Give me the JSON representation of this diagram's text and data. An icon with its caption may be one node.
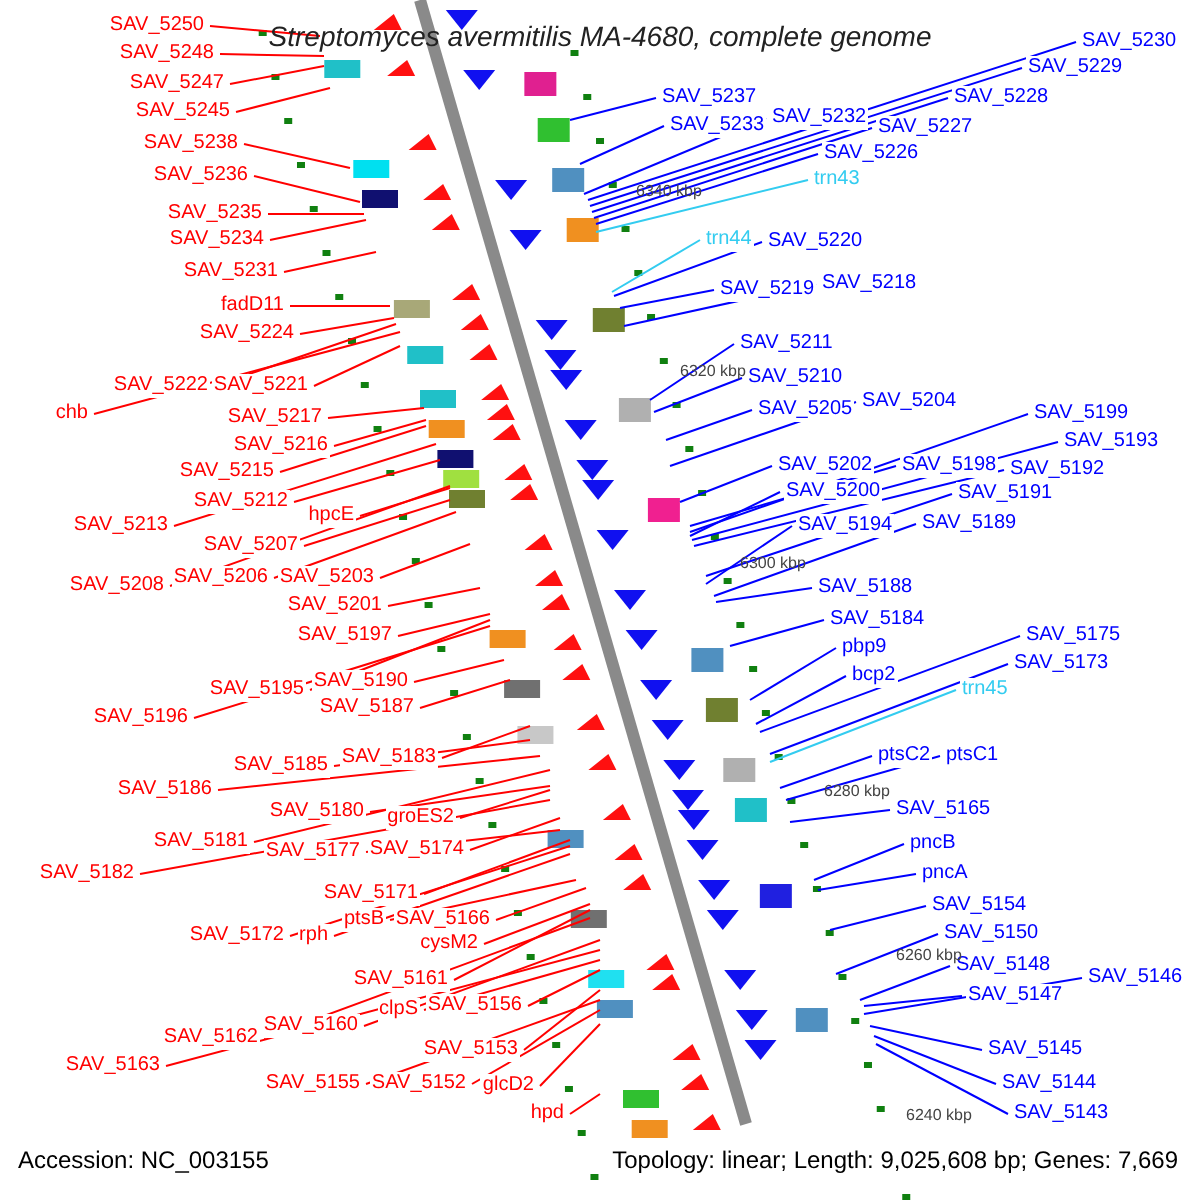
{
  "diagram": {
    "title": "Streptomyces avermitilis MA-4680, complete genome",
    "nodes": [
      {
        "text": [
          "SAV_5250"
        ]
      },
      {
        "text": [
          "SAV_5248"
        ]
      },
      {
        "text": [
          "SAV_5247"
        ]
      },
      {
        "text": [
          "SAV_5245"
        ]
      },
      {
        "text": [
          "SAV_5238"
        ]
      },
      {
        "text": [
          "SAV_5236"
        ]
      },
      {
        "text": [
          "SAV_5235"
        ]
      },
      {
        "text": [
          "SAV_5234"
        ]
      },
      {
        "text": [
          "SAV_5231"
        ]
      },
      {
        "text": [
          "fadD11"
        ]
      },
      {
        "text": [
          "SAV_5224"
        ]
      },
      {
        "text": [
          "SAV_5222"
        ]
      },
      {
        "text": [
          "SAV_5221"
        ]
      },
      {
        "text": [
          "chb"
        ]
      },
      {
        "text": [
          "SAV_5217"
        ]
      },
      {
        "text": [
          "SAV_5216"
        ]
      },
      {
        "text": [
          "SAV_5215"
        ]
      },
      {
        "text": [
          "SAV_5212"
        ]
      },
      {
        "text": [
          "SAV_5213"
        ]
      },
      {
        "text": [
          "hpcE"
        ]
      },
      {
        "text": [
          "SAV_5207"
        ]
      },
      {
        "text": [
          "SAV_5208"
        ]
      },
      {
        "text": [
          "SAV_5206"
        ]
      },
      {
        "text": [
          "SAV_5203"
        ]
      },
      {
        "text": [
          "SAV_5201"
        ]
      },
      {
        "text": [
          "SAV_5197"
        ]
      },
      {
        "text": [
          "SAV_5195"
        ]
      },
      {
        "text": [
          "SAV_5190"
        ]
      },
      {
        "text": [
          "SAV_5196"
        ]
      },
      {
        "text": [
          "SAV_5187"
        ]
      },
      {
        "text": [
          "SAV_5185"
        ]
      },
      {
        "text": [
          "SAV_5183"
        ]
      },
      {
        "text": [
          "SAV_5186"
        ]
      },
      {
        "text": [
          "SAV_5180"
        ]
      },
      {
        "text": [
          "groES2"
        ]
      },
      {
        "text": [
          "SAV_5181"
        ]
      },
      {
        "text": [
          "SAV_5182"
        ]
      },
      {
        "text": [
          "SAV_5177"
        ]
      },
      {
        "text": [
          "SAV_5174"
        ]
      },
      {
        "text": [
          "SAV_5171"
        ]
      },
      {
        "text": [
          "SAV_5172"
        ]
      },
      {
        "text": [
          "rph"
        ]
      },
      {
        "text": [
          "ptsB"
        ]
      },
      {
        "text": [
          "SAV_5166"
        ]
      },
      {
        "text": [
          "cysM2"
        ]
      },
      {
        "text": [
          "SAV_5161"
        ]
      },
      {
        "text": [
          "SAV_5162"
        ]
      },
      {
        "text": [
          "SAV_5160"
        ]
      },
      {
        "text": [
          "SAV_5163"
        ]
      },
      {
        "text": [
          "clpS"
        ]
      },
      {
        "text": [
          "SAV_5156"
        ]
      },
      {
        "text": [
          "SAV_5153"
        ]
      },
      {
        "text": [
          "SAV_5155"
        ]
      },
      {
        "text": [
          "SAV_5152"
        ]
      },
      {
        "text": [
          "glcD2"
        ]
      },
      {
        "text": [
          "hpd"
        ]
      },
      {
        "text": [
          "SAV_5237"
        ]
      },
      {
        "text": [
          "SAV_5233"
        ]
      },
      {
        "text": [
          "SAV_5232"
        ]
      },
      {
        "text": [
          "SAV_5230"
        ]
      },
      {
        "text": [
          "SAV_5229"
        ]
      },
      {
        "text": [
          "SAV_5228"
        ]
      },
      {
        "text": [
          "SAV_5227"
        ]
      },
      {
        "text": [
          "SAV_5226"
        ]
      },
      {
        "text": [
          "trn43"
        ]
      },
      {
        "text": [
          "trn44"
        ]
      },
      {
        "text": [
          "SAV_5220"
        ]
      },
      {
        "text": [
          "SAV_5219"
        ]
      },
      {
        "text": [
          "SAV_5218"
        ]
      },
      {
        "text": [
          "SAV_5211"
        ]
      },
      {
        "text": [
          "SAV_5210"
        ]
      },
      {
        "text": [
          "SAV_5205"
        ]
      },
      {
        "text": [
          "SAV_5204"
        ]
      },
      {
        "text": [
          "SAV_5199"
        ]
      },
      {
        "text": [
          "SAV_5193"
        ]
      },
      {
        "text": [
          "SAV_5202"
        ]
      },
      {
        "text": [
          "SAV_5198"
        ]
      },
      {
        "text": [
          "SAV_5192"
        ]
      },
      {
        "text": [
          "SAV_5200"
        ]
      },
      {
        "text": [
          "SAV_5191"
        ]
      },
      {
        "text": [
          "SAV_5194"
        ]
      },
      {
        "text": [
          "SAV_5189"
        ]
      },
      {
        "text": [
          "SAV_5188"
        ]
      },
      {
        "text": [
          "SAV_5184"
        ]
      },
      {
        "text": [
          "pbp9"
        ]
      },
      {
        "text": [
          "bcp2"
        ]
      },
      {
        "text": [
          "SAV_5175"
        ]
      },
      {
        "text": [
          "SAV_5173"
        ]
      },
      {
        "text": [
          "trn45"
        ]
      },
      {
        "text": [
          "ptsC2"
        ]
      },
      {
        "text": [
          "ptsC1"
        ]
      },
      {
        "text": [
          "SAV_5165"
        ]
      },
      {
        "text": [
          "pncB"
        ]
      },
      {
        "text": [
          "pncA"
        ]
      },
      {
        "text": [
          "SAV_5154"
        ]
      },
      {
        "text": [
          "SAV_5150"
        ]
      },
      {
        "text": [
          "SAV_5148"
        ]
      },
      {
        "text": [
          "SAV_5146"
        ]
      },
      {
        "text": [
          "SAV_5147"
        ]
      },
      {
        "text": [
          "SAV_5145"
        ]
      },
      {
        "text": [
          "SAV_5144"
        ]
      },
      {
        "text": [
          "SAV_5143"
        ]
      }
    ],
    "edges": [
      {
        "from": 0,
        "to": null,
        "arrow": "none"
      },
      {
        "from": 1,
        "to": null,
        "arrow": "none"
      },
      {
        "from": 2,
        "to": null,
        "arrow": "none"
      },
      {
        "from": 3,
        "to": null,
        "arrow": "none"
      },
      {
        "from": 4,
        "to": null,
        "arrow": "none"
      },
      {
        "from": 5,
        "to": null,
        "arrow": "none"
      },
      {
        "from": 6,
        "to": null,
        "arrow": "none"
      },
      {
        "from": 7,
        "to": null,
        "arrow": "none"
      },
      {
        "from": 8,
        "to": null,
        "arrow": "none"
      },
      {
        "from": 9,
        "to": null,
        "arrow": "none"
      },
      {
        "from": 10,
        "to": null,
        "arrow": "none"
      },
      {
        "from": 11,
        "to": null,
        "arrow": "none"
      },
      {
        "from": 12,
        "to": null,
        "arrow": "none"
      },
      {
        "from": 13,
        "to": null,
        "arrow": "none"
      },
      {
        "from": 14,
        "to": null,
        "arrow": "none"
      },
      {
        "from": 15,
        "to": null,
        "arrow": "none"
      },
      {
        "from": 16,
        "to": null,
        "arrow": "none"
      },
      {
        "from": 17,
        "to": null,
        "arrow": "none"
      },
      {
        "from": 18,
        "to": null,
        "arrow": "none"
      },
      {
        "from": 19,
        "to": null,
        "arrow": "none"
      },
      {
        "from": 20,
        "to": null,
        "arrow": "none"
      },
      {
        "from": 21,
        "to": null,
        "arrow": "none"
      },
      {
        "from": 22,
        "to": null,
        "arrow": "none"
      },
      {
        "from": 23,
        "to": null,
        "arrow": "none"
      },
      {
        "from": 24,
        "to": null,
        "arrow": "none"
      },
      {
        "from": 25,
        "to": null,
        "arrow": "none"
      },
      {
        "from": 26,
        "to": null,
        "arrow": "none"
      },
      {
        "from": 27,
        "to": null,
        "arrow": "none"
      },
      {
        "from": 28,
        "to": null,
        "arrow": "none"
      },
      {
        "from": 29,
        "to": null,
        "arrow": "none"
      },
      {
        "from": 30,
        "to": null,
        "arrow": "none"
      },
      {
        "from": 31,
        "to": null,
        "arrow": "none"
      },
      {
        "from": 32,
        "to": null,
        "arrow": "none"
      },
      {
        "from": 33,
        "to": null,
        "arrow": "none"
      },
      {
        "from": 34,
        "to": null,
        "arrow": "none"
      },
      {
        "from": 35,
        "to": null,
        "arrow": "none"
      },
      {
        "from": 36,
        "to": null,
        "arrow": "none"
      },
      {
        "from": 37,
        "to": null,
        "arrow": "none"
      },
      {
        "from": 38,
        "to": null,
        "arrow": "none"
      },
      {
        "from": 39,
        "to": null,
        "arrow": "none"
      },
      {
        "from": 40,
        "to": null,
        "arrow": "none"
      },
      {
        "from": 41,
        "to": null,
        "arrow": "none"
      },
      {
        "from": 42,
        "to": null,
        "arrow": "none"
      },
      {
        "from": 43,
        "to": null,
        "arrow": "none"
      },
      {
        "from": 44,
        "to": null,
        "arrow": "none"
      },
      {
        "from": 45,
        "to": null,
        "arrow": "none"
      },
      {
        "from": 46,
        "to": null,
        "arrow": "none"
      },
      {
        "from": 47,
        "to": null,
        "arrow": "none"
      },
      {
        "from": 48,
        "to": null,
        "arrow": "none"
      },
      {
        "from": 49,
        "to": null,
        "arrow": "none"
      },
      {
        "from": 50,
        "to": null,
        "arrow": "none"
      },
      {
        "from": 51,
        "to": null,
        "arrow": "none"
      },
      {
        "from": 52,
        "to": null,
        "arrow": "none"
      },
      {
        "from": 53,
        "to": null,
        "arrow": "none"
      },
      {
        "from": 54,
        "to": null,
        "arrow": "none"
      },
      {
        "from": 55,
        "to": null,
        "arrow": "none"
      },
      {
        "from": 56,
        "to": null,
        "arrow": "none",
        "color": "#0000ff"
      },
      {
        "from": 57,
        "to": null,
        "arrow": "none",
        "color": "#0000ff"
      },
      {
        "from": 58,
        "to": null,
        "arrow": "none",
        "color": "#0000ff"
      },
      {
        "from": 59,
        "to": null,
        "arrow": "none",
        "color": "#0000ff"
      },
      {
        "from": 60,
        "to": null,
        "arrow": "none",
        "color": "#0000ff"
      },
      {
        "from": 61,
        "to": null,
        "arrow": "none",
        "color": "#0000ff"
      },
      {
        "from": 62,
        "to": null,
        "arrow": "none",
        "color": "#0000ff"
      },
      {
        "from": 63,
        "to": null,
        "arrow": "none",
        "color": "#0000ff"
      },
      {
        "from": 64,
        "to": null,
        "arrow": "none",
        "color": "#33ccf0"
      },
      {
        "from": 65,
        "to": null,
        "arrow": "none",
        "color": "#33ccf0"
      },
      {
        "from": 66,
        "to": null,
        "arrow": "none",
        "color": "#0000ff"
      },
      {
        "from": 67,
        "to": null,
        "arrow": "none",
        "color": "#0000ff"
      },
      {
        "from": 68,
        "to": null,
        "arrow": "none",
        "color": "#0000ff"
      },
      {
        "from": 69,
        "to": null,
        "arrow": "none",
        "color": "#0000ff"
      },
      {
        "from": 70,
        "to": null,
        "arrow": "none",
        "color": "#0000ff"
      },
      {
        "from": 71,
        "to": null,
        "arrow": "none",
        "color": "#0000ff"
      },
      {
        "from": 72,
        "to": null,
        "arrow": "none",
        "color": "#0000ff"
      },
      {
        "from": 73,
        "to": null,
        "arrow": "none",
        "color": "#0000ff"
      },
      {
        "from": 74,
        "to": null,
        "arrow": "none",
        "color": "#0000ff"
      },
      {
        "from": 75,
        "to": null,
        "arrow": "none",
        "color": "#0000ff"
      },
      {
        "from": 76,
        "to": null,
        "arrow": "none",
        "color": "#0000ff"
      },
      {
        "from": 77,
        "to": null,
        "arrow": "none",
        "color": "#0000ff"
      },
      {
        "from": 78,
        "to": null,
        "arrow": "none",
        "color": "#0000ff"
      },
      {
        "from": 79,
        "to": null,
        "arrow": "none",
        "color": "#0000ff"
      },
      {
        "from": 80,
        "to": null,
        "arrow": "none",
        "color": "#0000ff"
      },
      {
        "from": 81,
        "to": null,
        "arrow": "none",
        "color": "#0000ff"
      },
      {
        "from": 82,
        "to": null,
        "arrow": "none",
        "color": "#0000ff"
      },
      {
        "from": 83,
        "to": null,
        "arrow": "none",
        "color": "#0000ff"
      },
      {
        "from": 84,
        "to": null,
        "arrow": "none",
        "color": "#0000ff"
      },
      {
        "from": 85,
        "to": null,
        "arrow": "none",
        "color": "#0000ff"
      },
      {
        "from": 86,
        "to": null,
        "arrow": "none",
        "color": "#0000ff"
      },
      {
        "from": 87,
        "to": null,
        "arrow": "none",
        "color": "#0000ff"
      },
      {
        "from": 88,
        "to": null,
        "arrow": "none",
        "color": "#33ccf0"
      },
      {
        "from": 89,
        "to": null,
        "arrow": "none",
        "color": "#0000ff"
      },
      {
        "from": 90,
        "to": null,
        "arrow": "none",
        "color": "#0000ff"
      },
      {
        "from": 91,
        "to": null,
        "arrow": "none",
        "color": "#0000ff"
      },
      {
        "from": 92,
        "to": null,
        "arrow": "none",
        "color": "#0000ff"
      },
      {
        "from": 93,
        "to": null,
        "arrow": "none",
        "color": "#0000ff"
      },
      {
        "from": 94,
        "to": null,
        "arrow": "none",
        "color": "#0000ff"
      },
      {
        "from": 95,
        "to": null,
        "arrow": "none",
        "color": "#0000ff"
      },
      {
        "from": 96,
        "to": null,
        "arrow": "none",
        "color": "#0000ff"
      },
      {
        "from": 97,
        "to": null,
        "arrow": "none",
        "color": "#0000ff"
      },
      {
        "from": 98,
        "to": null,
        "arrow": "none",
        "color": "#0000ff"
      },
      {
        "from": 99,
        "to": null,
        "arrow": "none",
        "color": "#0000ff"
      },
      {
        "from": 100,
        "to": null,
        "arrow": "none",
        "color": "#0000ff"
      },
      {
        "from": 101,
        "to": null,
        "arrow": "none",
        "color": "#0000ff"
      }
    ],
    "labels": [
      "6340 kbp",
      "6320 kbp",
      "6300 kbp",
      "6280 kbp",
      "6260 kbp",
      "6240 kbp",
      "Accession: NC_003155",
      "Topology: linear; Length: 9,025,608 bp; Genes: 7,669"
    ]
  }
}
